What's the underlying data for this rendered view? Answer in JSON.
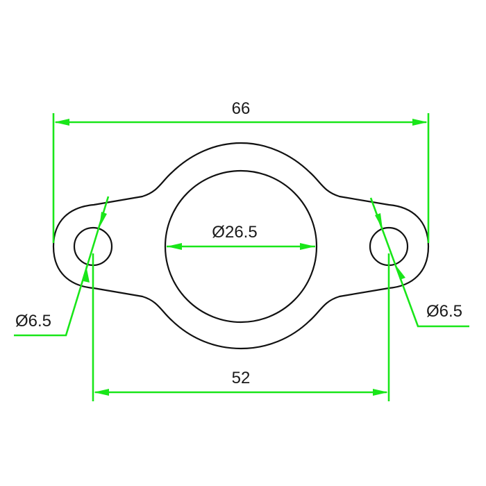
{
  "drawing": {
    "title": "Gasket flange drawing",
    "colors": {
      "outline": "#111111",
      "dimension": "#19e619",
      "text": "#1a1a1a",
      "background": "#ffffff"
    },
    "dimensions": {
      "overall_width": "66",
      "hole_spacing": "52",
      "center_bore": "Ø26.5",
      "left_hole": "Ø6.5",
      "right_hole": "Ø6.5"
    },
    "features": [
      {
        "name": "outer-profile",
        "type": "two-lobe flange outline"
      },
      {
        "name": "center-bore",
        "diameter": "26.5"
      },
      {
        "name": "left-bolt-hole",
        "diameter": "6.5"
      },
      {
        "name": "right-bolt-hole",
        "diameter": "6.5"
      }
    ]
  }
}
